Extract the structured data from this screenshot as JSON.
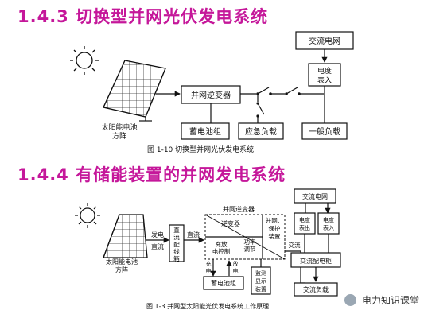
{
  "section1": {
    "heading": "1.4.3 切换型并网光伏发电系统",
    "solar_array_line1": "太阳能电池",
    "solar_array_line2": "方阵",
    "inverter": "并网逆变器",
    "battery": "蓄电池组",
    "grid": "交流电网",
    "meter_line1": "电度",
    "meter_line2": "表入",
    "emergency_load": "应急负载",
    "general_load": "一般负载",
    "caption": "图 1-10   切换型并网光伏发电系统"
  },
  "section2": {
    "heading": "1.4.4 有储能装置的并网发电系统",
    "solar_array_line1": "太阳能电池",
    "solar_array_line2": "方阵",
    "label_fadian": "发电",
    "label_zhiliu_in": "直流",
    "dc_box_chars": [
      "直",
      "流",
      "配",
      "线",
      "箱"
    ],
    "label_zhiliu_mid": "直流",
    "inverter_title": "并网逆变器",
    "inverter_sub": "逆变器",
    "grid_protect_chars": [
      "并网、",
      "保护",
      "装置"
    ],
    "power_adjust_chars": [
      "功率",
      "调节"
    ],
    "charge_control_chars": [
      "充放",
      "电控制"
    ],
    "label_chongdian_chars": [
      "充",
      "电"
    ],
    "label_fangdian_chars": [
      "放",
      "电"
    ],
    "battery": "蓄电池组",
    "monitor_chars": [
      "监测",
      "显示",
      "装置"
    ],
    "label_jiaoliu": "交流",
    "grid": "交流电网",
    "meter_out_chars": [
      "电度",
      "表出"
    ],
    "meter_in_chars": [
      "电度",
      "表入"
    ],
    "ac_cabinet": "交流配电柜",
    "ac_load": "交流负载",
    "caption": "图 1-3   并网型太阳能光伏发电系统工作原理"
  },
  "watermark": {
    "icon": "wechat-logo-icon",
    "text": "电力知识课堂"
  }
}
